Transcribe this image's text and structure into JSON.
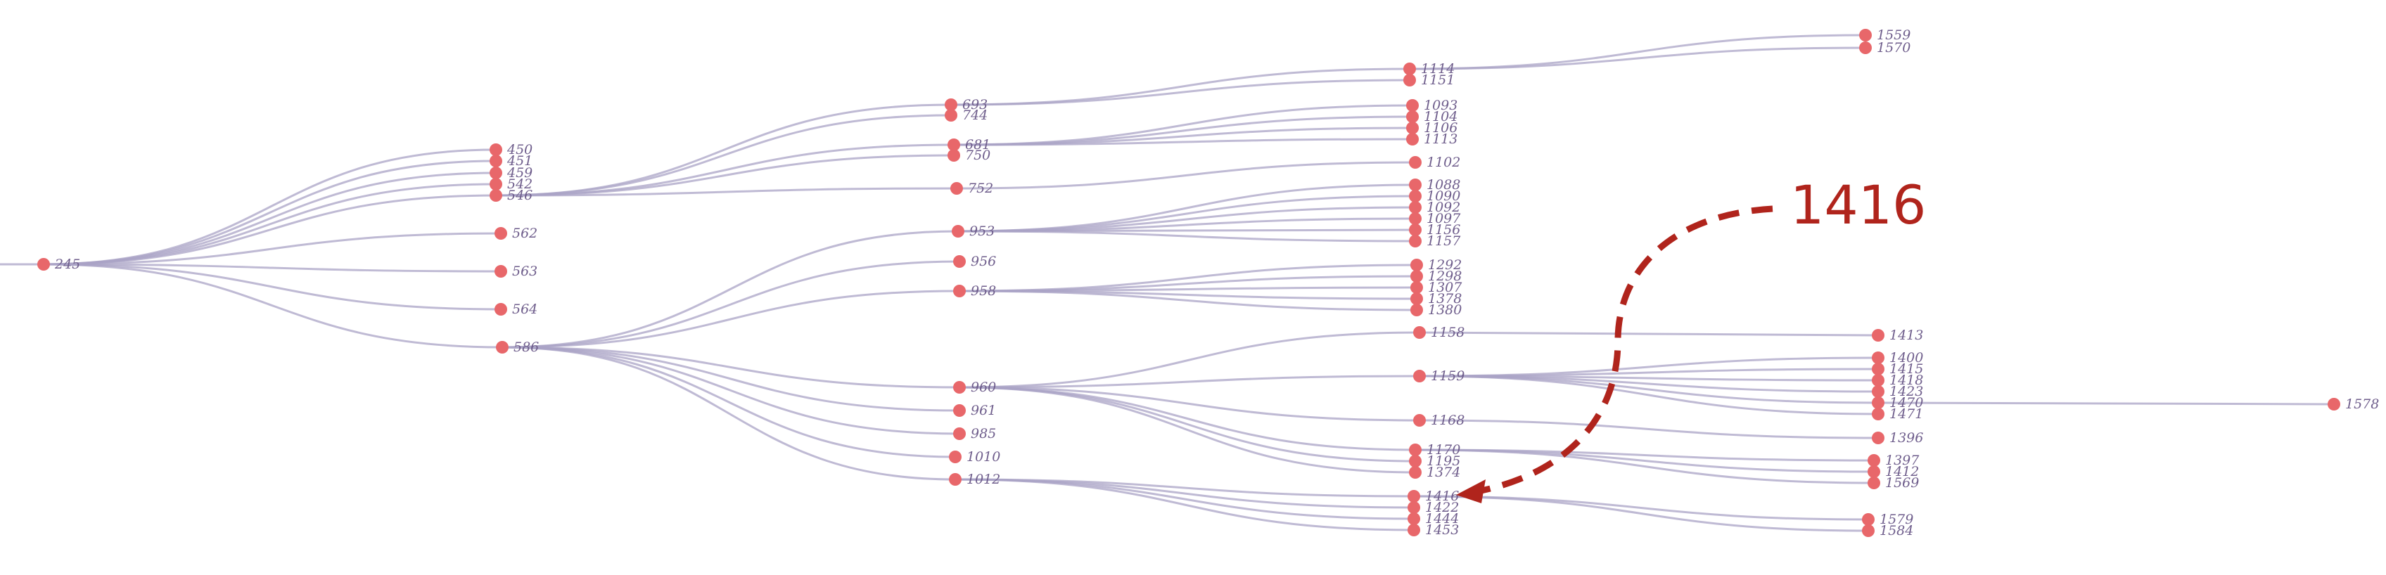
{
  "colors": {
    "node": "#e8676a",
    "link": "#a9a3c6",
    "label": "#6f5e8c",
    "callout": "#b0241c",
    "background": "#ffffff"
  },
  "tree": {
    "id": "245",
    "children": [
      {
        "id": "450"
      },
      {
        "id": "451"
      },
      {
        "id": "459"
      },
      {
        "id": "542"
      },
      {
        "id": "546",
        "children": [
          {
            "id": "693",
            "children": [
              {
                "id": "1114",
                "children": [
                  {
                    "id": "1559"
                  },
                  {
                    "id": "1570"
                  }
                ]
              },
              {
                "id": "1151"
              }
            ]
          },
          {
            "id": "744"
          },
          {
            "id": "681",
            "children": [
              {
                "id": "1093"
              },
              {
                "id": "1104"
              },
              {
                "id": "1106"
              },
              {
                "id": "1113"
              }
            ]
          },
          {
            "id": "750"
          },
          {
            "id": "752",
            "children": [
              {
                "id": "1102"
              }
            ]
          }
        ]
      },
      {
        "id": "562"
      },
      {
        "id": "563"
      },
      {
        "id": "564"
      },
      {
        "id": "586",
        "children": [
          {
            "id": "953",
            "children": [
              {
                "id": "1088"
              },
              {
                "id": "1090"
              },
              {
                "id": "1092"
              },
              {
                "id": "1097"
              },
              {
                "id": "1156"
              },
              {
                "id": "1157"
              }
            ]
          },
          {
            "id": "956"
          },
          {
            "id": "958",
            "children": [
              {
                "id": "1292"
              },
              {
                "id": "1298"
              },
              {
                "id": "1307"
              },
              {
                "id": "1378"
              },
              {
                "id": "1380"
              }
            ]
          },
          {
            "id": "960",
            "children": [
              {
                "id": "1158",
                "children": [
                  {
                    "id": "1413"
                  }
                ]
              },
              {
                "id": "1159",
                "children": [
                  {
                    "id": "1400"
                  },
                  {
                    "id": "1415"
                  },
                  {
                    "id": "1418"
                  },
                  {
                    "id": "1423"
                  },
                  {
                    "id": "1470",
                    "children": [
                      {
                        "id": "1578"
                      }
                    ]
                  },
                  {
                    "id": "1471"
                  }
                ]
              },
              {
                "id": "1168",
                "children": [
                  {
                    "id": "1396"
                  }
                ]
              },
              {
                "id": "1170",
                "children": [
                  {
                    "id": "1397"
                  },
                  {
                    "id": "1412"
                  },
                  {
                    "id": "1569"
                  }
                ]
              },
              {
                "id": "1195"
              },
              {
                "id": "1374"
              }
            ]
          },
          {
            "id": "961"
          },
          {
            "id": "985"
          },
          {
            "id": "1010"
          },
          {
            "id": "1012",
            "children": [
              {
                "id": "1416",
                "children": [
                  {
                    "id": "1579"
                  },
                  {
                    "id": "1584"
                  }
                ]
              },
              {
                "id": "1422"
              },
              {
                "id": "1444"
              },
              {
                "id": "1453"
              }
            ]
          }
        ]
      }
    ]
  },
  "callout": {
    "label": "1416",
    "target": "1416"
  }
}
